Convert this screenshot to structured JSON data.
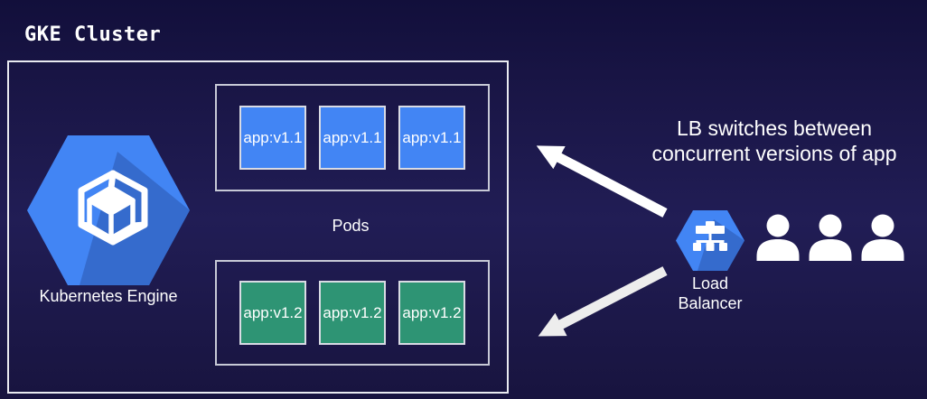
{
  "title": "GKE Cluster",
  "cluster": {
    "engine": {
      "label": "Kubernetes Engine"
    },
    "pods_label": "Pods",
    "v1_row": {
      "pods": [
        "app:v1.1",
        "app:v1.1",
        "app:v1.1"
      ]
    },
    "v2_row": {
      "pods": [
        "app:v1.2",
        "app:v1.2",
        "app:v1.2"
      ]
    }
  },
  "load_balancer": {
    "line1": "Load",
    "line2": "Balancer"
  },
  "annotation": {
    "line1": "LB switches between",
    "line2": "concurrent versions of app"
  },
  "users": {
    "count": 3
  },
  "colors": {
    "background_indigo": "#1d1950",
    "pod_v1_blue": "#4285f4",
    "pod_v2_green": "#2e9474",
    "gcp_hexagon_blue": "#4285f4",
    "border_light": "#e9eaf0",
    "arrow_white": "#ffffff",
    "arrow_grey": "#ededed",
    "text_white": "#ffffff"
  }
}
